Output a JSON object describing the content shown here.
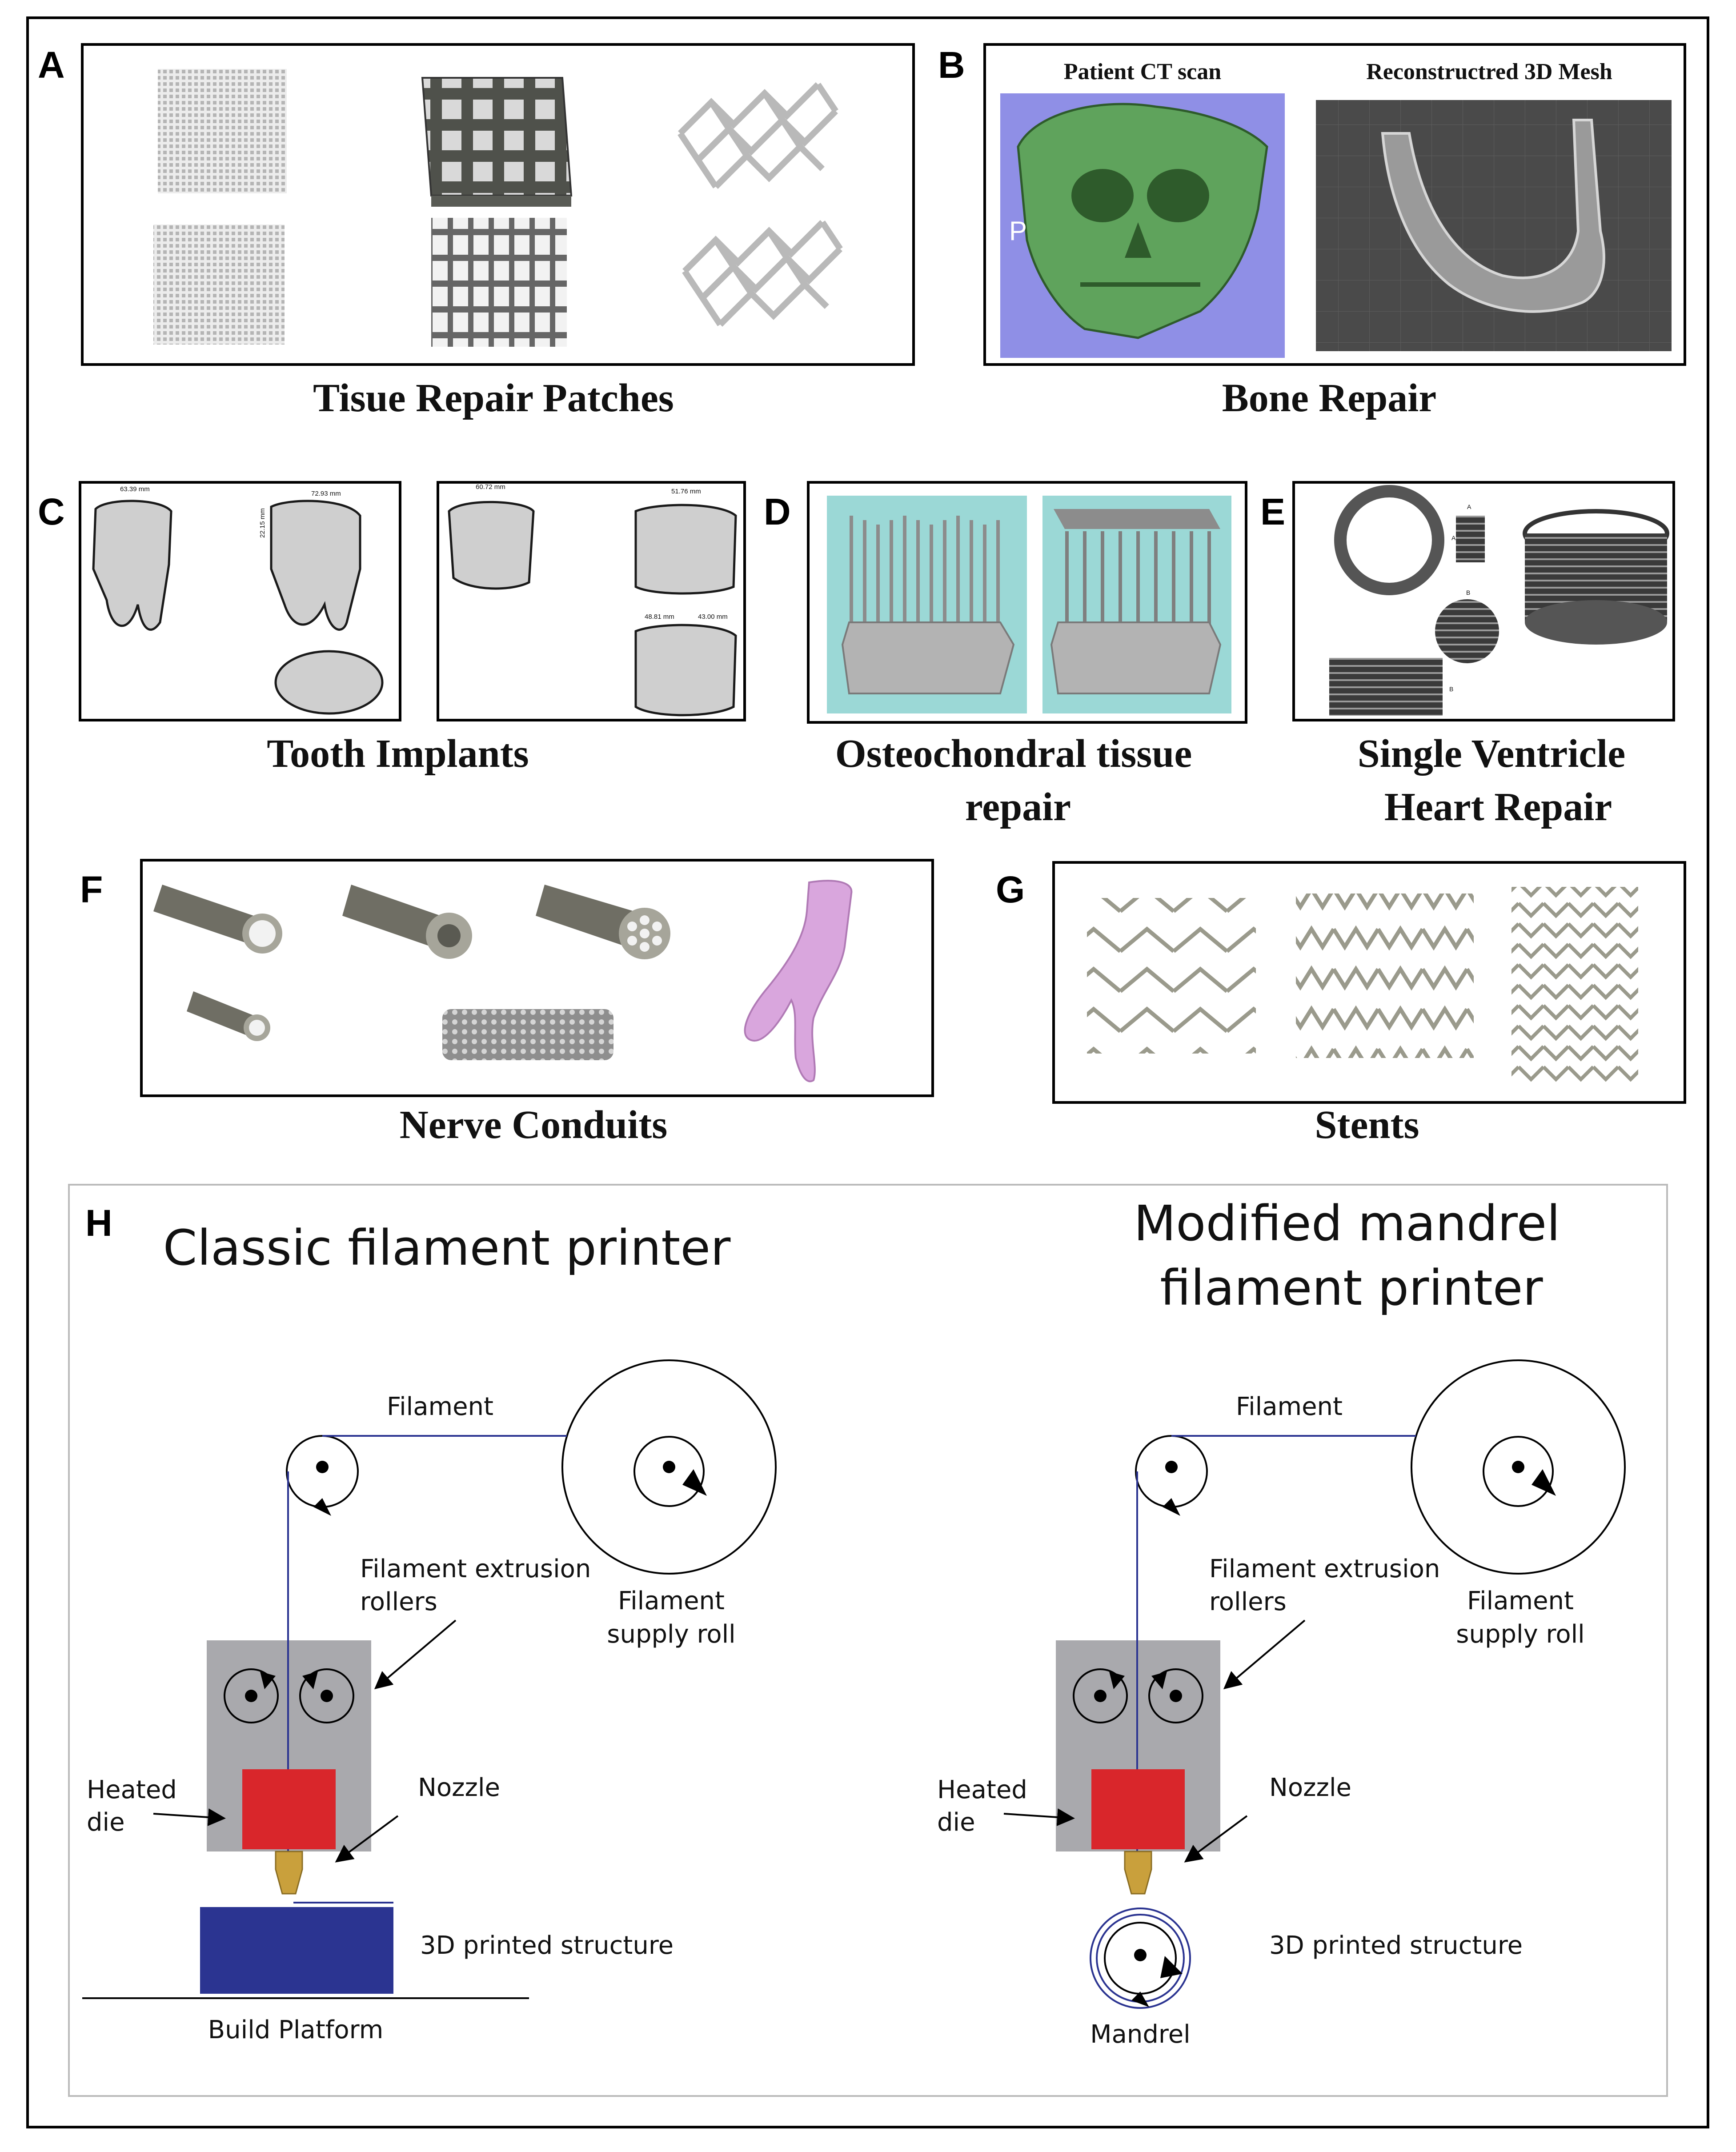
{
  "panels": {
    "A": {
      "letter": "A",
      "caption": "Tisue Repair Patches"
    },
    "B": {
      "letter": "B",
      "caption": "Bone Repair",
      "sub_left": "Patient CT scan",
      "sub_right": "Reconstructred 3D Mesh",
      "overlay": "P"
    },
    "C": {
      "letter": "C",
      "caption": "Tooth Implants",
      "dims": [
        "63.39 mm",
        "72.93 mm",
        "22.15 mm",
        "60.72 mm",
        "51.76 mm",
        "48.81 mm",
        "43.00 mm"
      ]
    },
    "D": {
      "letter": "D",
      "caption_line1": "Osteochondral tissue",
      "caption_line2": "repair"
    },
    "E": {
      "letter": "E",
      "caption_line1": "Single Ventricle",
      "caption_line2": "Heart Repair",
      "marks": [
        "A",
        "B",
        "A",
        "B"
      ]
    },
    "F": {
      "letter": "F",
      "caption": "Nerve Conduits"
    },
    "G": {
      "letter": "G",
      "caption": "Stents"
    },
    "H": {
      "letter": "H"
    }
  },
  "printers": {
    "classic": {
      "title": "Classic filament printer",
      "filament": "Filament",
      "rollers_line1": "Filament extrusion",
      "rollers_line2": "rollers",
      "supply_line1": "Filament",
      "supply_line2": "supply roll",
      "heated_line1": "Heated",
      "heated_line2": "die",
      "nozzle": "Nozzle",
      "structure": "3D printed structure",
      "base": "Build Platform"
    },
    "modified": {
      "title_line1": "Modified mandrel",
      "title_line2": "filament printer",
      "filament": "Filament",
      "rollers_line1": "Filament extrusion",
      "rollers_line2": "rollers",
      "supply_line1": "Filament",
      "supply_line2": "supply roll",
      "heated_line1": "Heated",
      "heated_line2": "die",
      "nozzle": "Nozzle",
      "structure": "3D printed structure",
      "base": "Mandrel"
    }
  },
  "colors": {
    "die_block": "#a9a9ad",
    "heater": "#d9262b",
    "platform": "#2b3491",
    "filament_line": "#2b3491",
    "nozzle": "#c9a03c",
    "ct_background": "#8f8fe6",
    "skull": "#5fa35c",
    "cyan_background": "#9bd8d6",
    "nerve_pink": "#d9a6dd",
    "stent_gray": "#9a9a8c",
    "mesh_gray": "#6f6f6f"
  }
}
